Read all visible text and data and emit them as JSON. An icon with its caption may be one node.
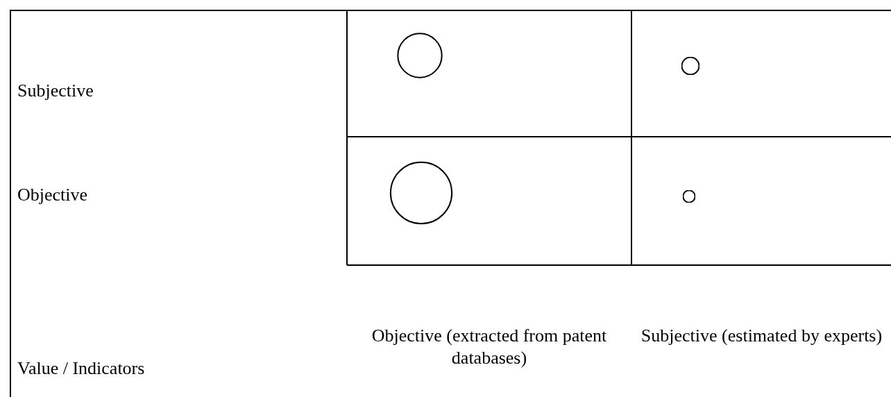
{
  "diagram": {
    "nodes": [
      {
        "text": [],
        "shape": "circle"
      },
      {
        "text": [],
        "shape": "circle"
      },
      {
        "text": [],
        "shape": "circle"
      },
      {
        "text": [],
        "shape": "circle"
      }
    ],
    "labels": [
      "Subjective",
      "Objective",
      "Objective (extracted from patent databases)",
      "Subjective (estimated by experts)",
      "Value / Indicators"
    ]
  }
}
